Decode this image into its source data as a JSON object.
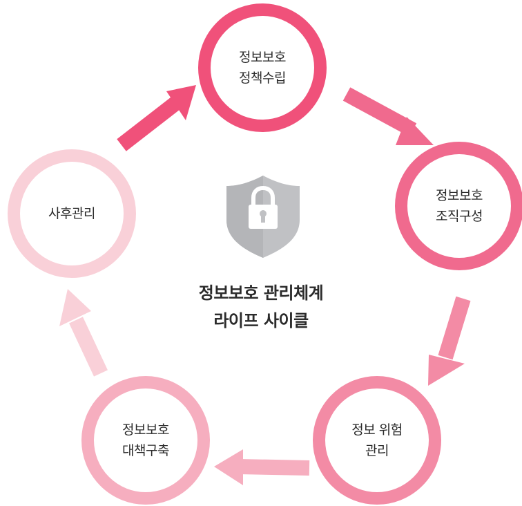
{
  "title": {
    "line1": "정보보호 관리체계",
    "line2": "라이프 사이클"
  },
  "center_icon": "shield-lock-icon",
  "steps": [
    {
      "line1": "정보보호",
      "line2": "정책수립",
      "color": "#f0517a"
    },
    {
      "line1": "정보보호",
      "line2": "조직구성",
      "color": "#f06a8e"
    },
    {
      "line1": "정보 위험",
      "line2": "관리",
      "color": "#f38ba5"
    },
    {
      "line1": "정보보호",
      "line2": "대책구축",
      "color": "#f6aebf"
    },
    {
      "line1": "사후관리",
      "line2": "",
      "color": "#f9d0d8"
    }
  ],
  "arrow_colors": [
    "#f06a8e",
    "#f38ba5",
    "#f6aebf",
    "#f9d0d8",
    "#f0517a"
  ],
  "shield_color": "#c0c1c4"
}
